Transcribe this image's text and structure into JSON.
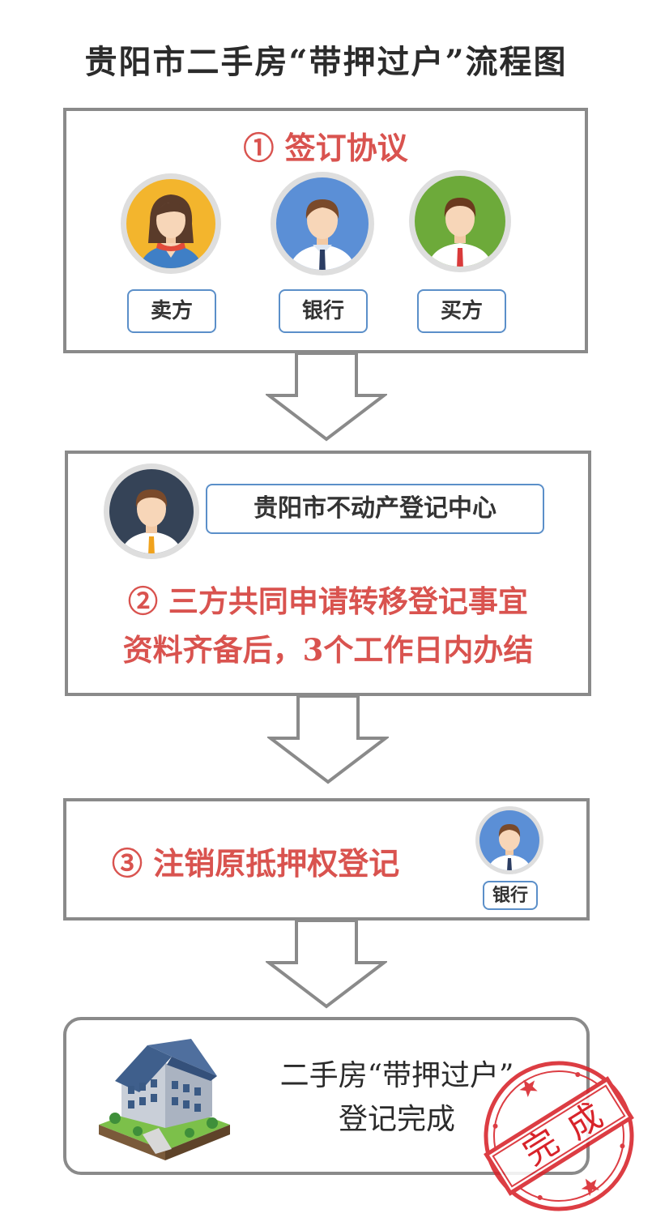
{
  "title": "贵阳市二手房“带押过户”流程图",
  "step1": {
    "title": "① 签订协议",
    "roles": [
      {
        "label": "卖方",
        "avatar": "seller-avatar",
        "bg": "#f3b52d"
      },
      {
        "label": "银行",
        "avatar": "bank-avatar",
        "bg": "#5b8fd6"
      },
      {
        "label": "买方",
        "avatar": "buyer-avatar",
        "bg": "#6daa3a"
      }
    ]
  },
  "step2": {
    "agency": "贵阳市不动产登记中心",
    "line1": "② 三方共同申请转移登记事宜",
    "line2": "资料齐备后，3个工作日内办结",
    "avatar_bg": "#354357"
  },
  "step3": {
    "title": "③ 注销原抵押权登记",
    "bank_label": "银行"
  },
  "final": {
    "line1": "二手房“带押过户”",
    "line2": "登记完成",
    "stamp": [
      "完",
      "成"
    ]
  },
  "colors": {
    "accent_red": "#d9534f",
    "border_gray": "#8a8a8a",
    "role_border": "#5b8fc9",
    "stamp_red": "#d8232a"
  }
}
